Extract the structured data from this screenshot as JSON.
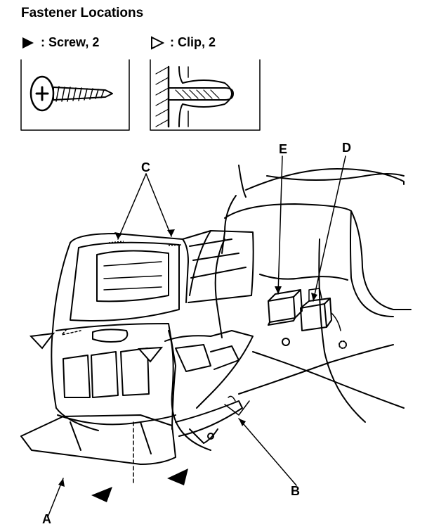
{
  "title": "Fastener Locations",
  "legend": {
    "screw": {
      "symbol": "filled-triangle",
      "label": ": Screw, 2"
    },
    "clip": {
      "symbol": "outline-triangle",
      "label": ": Clip, 2"
    }
  },
  "callouts": {
    "a": "A",
    "b": "B",
    "c": "C",
    "d": "D",
    "e": "E"
  }
}
